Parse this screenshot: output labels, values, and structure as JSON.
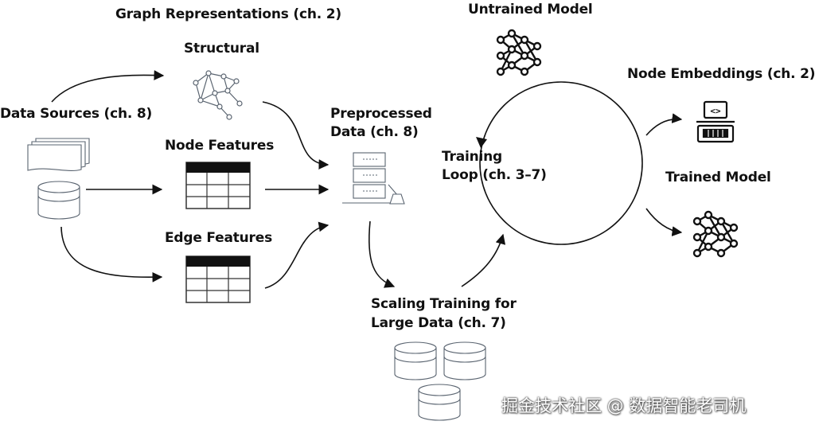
{
  "labels": {
    "graph_representations": "Graph Representations (ch. 2)",
    "structural": "Structural",
    "data_sources": "Data Sources (ch. 8)",
    "node_features": "Node Features",
    "edge_features": "Edge Features",
    "preprocessed_line1": "Preprocessed",
    "preprocessed_line2": "Data (ch. 8)",
    "untrained_model": "Untrained Model",
    "training_line1": "Training",
    "training_line2": "Loop (ch. 3–7)",
    "node_embeddings": "Node Embeddings (ch. 2)",
    "trained_model": "Trained Model",
    "scaling_line1": "Scaling Training for",
    "scaling_line2": "Large Data (ch. 7)"
  },
  "watermark": "掘金技术社区 @ 数据智能老司机",
  "icons": {
    "structural": "graph-network-icon",
    "documents": "document-stack-icon",
    "database": "database-icon",
    "node_table": "table-icon",
    "edge_table": "table-icon",
    "server": "server-icon",
    "untrained_model": "neural-network-icon",
    "embedding": "embedding-device-icon",
    "trained_model": "neural-network-icon",
    "scaling_databases": "database-icon"
  },
  "colors": {
    "ink": "#111111",
    "background": "#ffffff",
    "icon_stroke": "#5a6470"
  }
}
